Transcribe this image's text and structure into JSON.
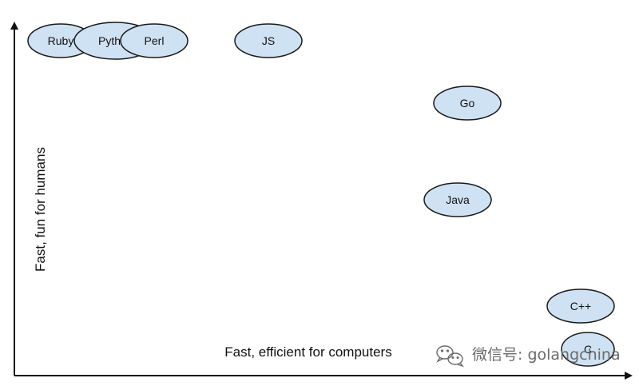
{
  "diagram": {
    "y_axis_label": "Fast, fun for humans",
    "x_axis_label": "Fast, efficient for computers",
    "node_fill": "#cfe2f3",
    "node_stroke": "#1a1a1a",
    "nodes": [
      {
        "id": "ruby",
        "label": "Ruby"
      },
      {
        "id": "python",
        "label": "Pyth"
      },
      {
        "id": "perl",
        "label": "Perl"
      },
      {
        "id": "js",
        "label": "JS"
      },
      {
        "id": "go",
        "label": "Go"
      },
      {
        "id": "java",
        "label": "Java"
      },
      {
        "id": "cpp",
        "label": "C++"
      },
      {
        "id": "c",
        "label": "C"
      }
    ]
  },
  "watermark": {
    "text": "微信号: golangchina",
    "icon": "wechat-icon"
  }
}
